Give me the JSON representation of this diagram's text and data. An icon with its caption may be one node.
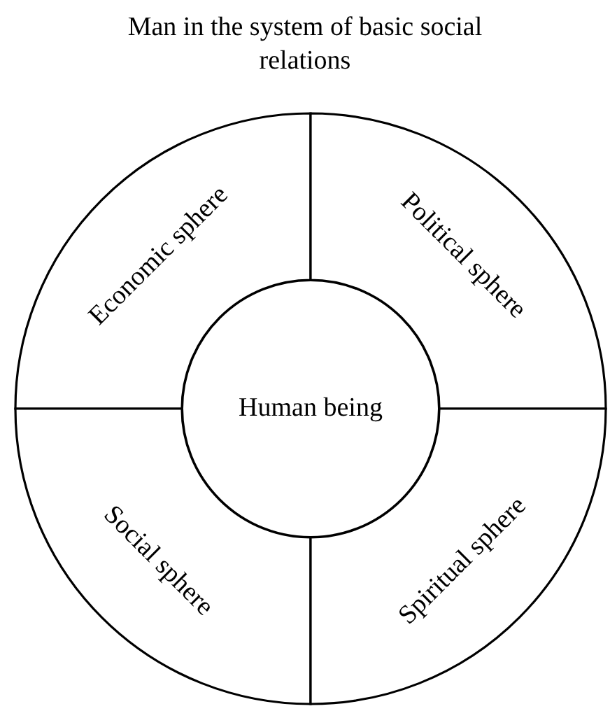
{
  "diagram": {
    "title": "Man in the system of basic social relations",
    "nodes": [
      {
        "text": [
          "Economic sphere"
        ]
      },
      {
        "text": [
          "Political sphere"
        ]
      },
      {
        "text": [
          "Human being"
        ]
      },
      {
        "text": [
          "Social sphere"
        ]
      },
      {
        "text": [
          "Spiritual sphere"
        ]
      }
    ]
  }
}
